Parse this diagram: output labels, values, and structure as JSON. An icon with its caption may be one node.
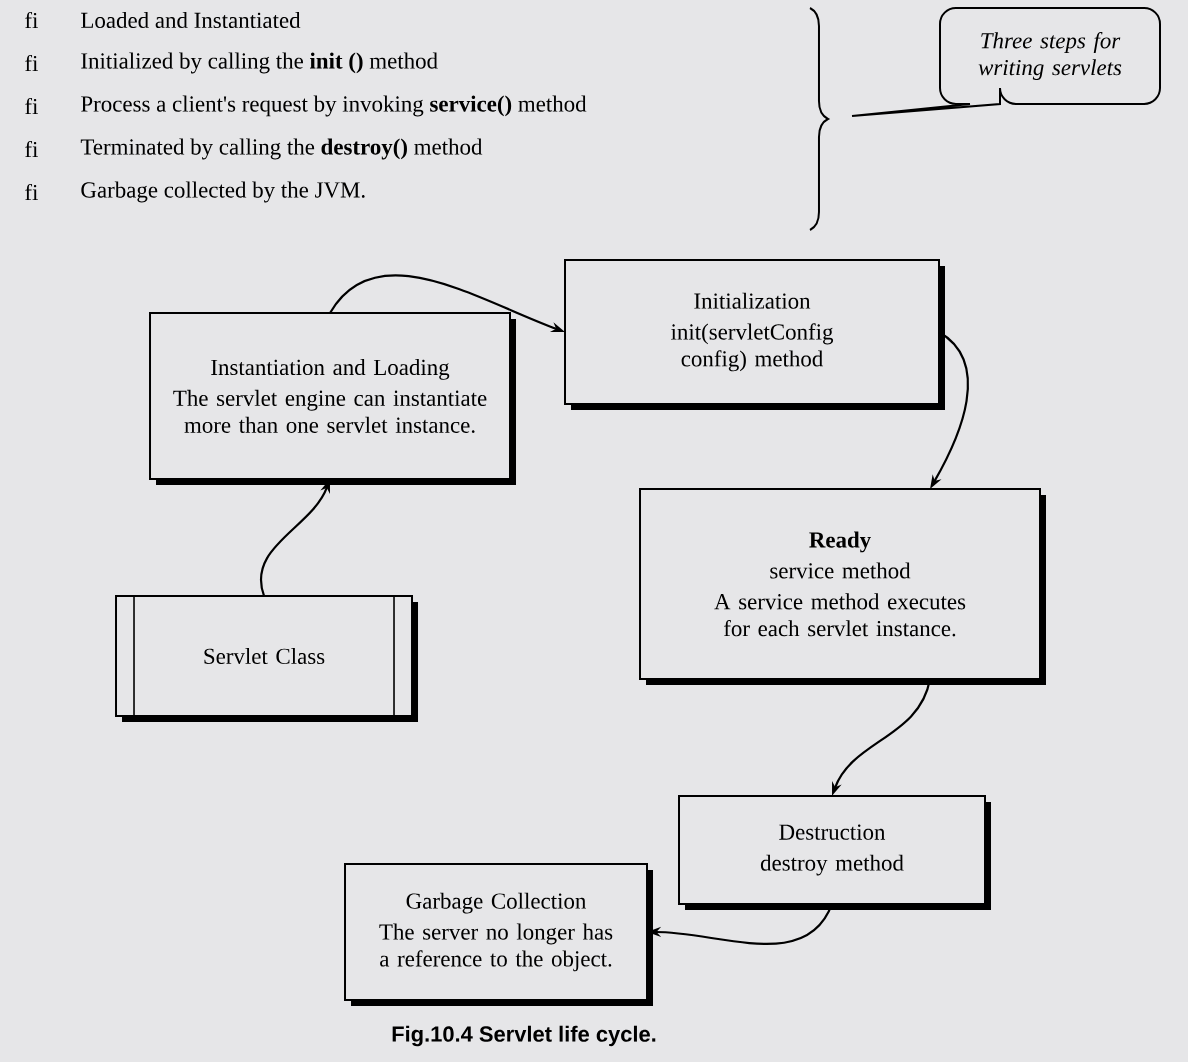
{
  "diagram": {
    "caption": "Fig.10.4 Servlet life cycle.",
    "nodes": [
      {
        "text": [
          "Instantiation and Loading",
          "The servlet engine can instantiate more than one servlet instance."
        ]
      },
      {
        "text": [
          "Initialization",
          "init(servletConfig config) method"
        ]
      },
      {
        "text": [
          "Servlet Class"
        ]
      },
      {
        "text": [
          "Ready",
          "service method",
          "A service method executes for each servlet instance."
        ]
      },
      {
        "text": [
          "Destruction",
          "destroy method"
        ]
      },
      {
        "text": [
          "Garbage Collection",
          "The server no longer has a reference to the object."
        ]
      },
      {
        "text": [
          "Three steps for writing servlets"
        ]
      }
    ],
    "edges": [
      {
        "from": 2,
        "to": 0,
        "arrow": "to"
      },
      {
        "from": 0,
        "to": 1,
        "arrow": "to"
      },
      {
        "from": 1,
        "to": 3,
        "arrow": "to"
      },
      {
        "from": 3,
        "to": 4,
        "arrow": "to"
      },
      {
        "from": 4,
        "to": 5,
        "arrow": "to"
      }
    ],
    "labels": [
      "fi",
      "Loaded and Instantiated",
      "fi",
      "Initialized by calling the **init ()** method",
      "fi",
      "Process a client's request by invoking **service()** method",
      "fi",
      "Terminated by calling the **destroy()** method",
      "fi",
      "Garbage collected by the JVM."
    ]
  }
}
